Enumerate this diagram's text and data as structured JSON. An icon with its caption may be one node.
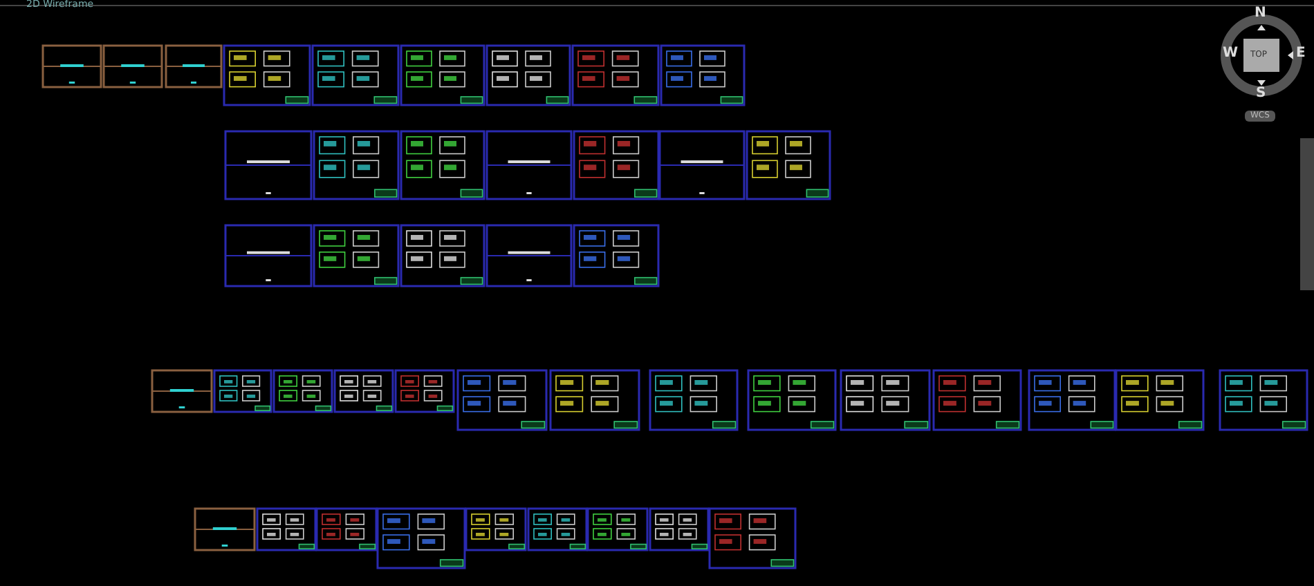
{
  "diagram": {
    "labels": [
      "2D Wireframe",
      "N",
      "W",
      "E",
      "S",
      "TOP",
      "WCS"
    ]
  }
}
